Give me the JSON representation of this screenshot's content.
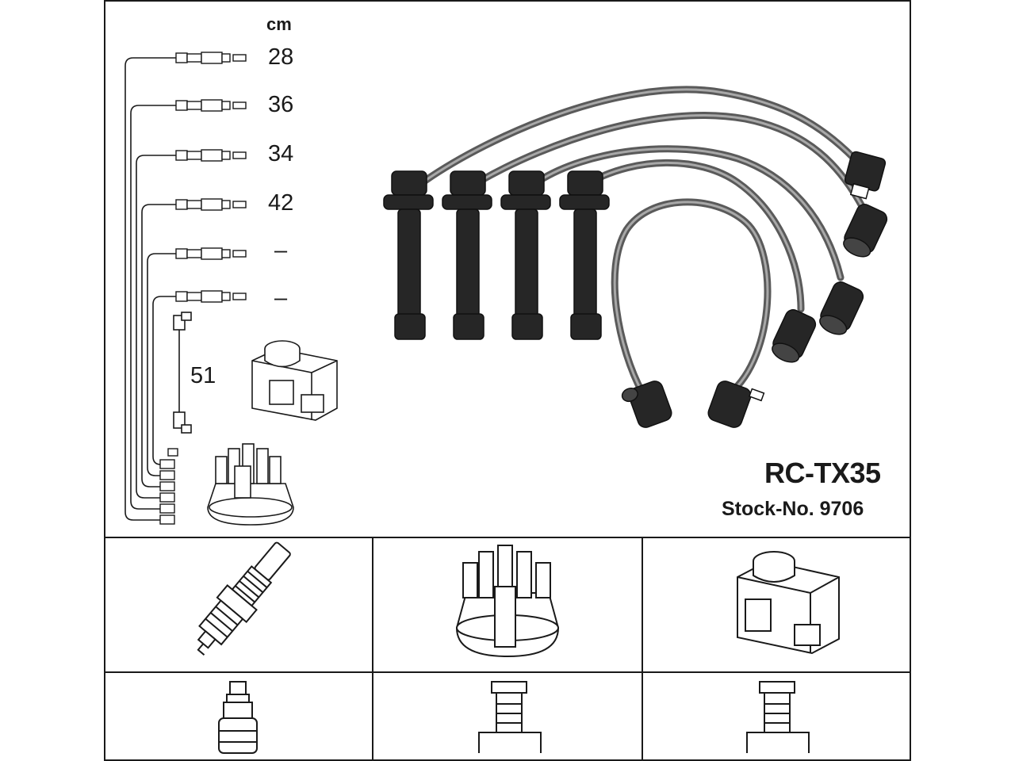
{
  "header": {
    "unit": "cm",
    "model": "RC-TX35",
    "stock_number": "Stock-No. 9706"
  },
  "lead_lengths": [
    "28",
    "36",
    "34",
    "42",
    "–",
    "–"
  ],
  "coil_lead_length": "51",
  "components": {
    "top_row": [
      "spark-plug-icon",
      "distributor-cap-icon",
      "ignition-coil-icon"
    ],
    "bottom_row": [
      "plug-terminal-icon",
      "cap-terminal-icon",
      "coil-terminal-icon"
    ]
  },
  "colors": {
    "line": "#1a1a1a",
    "cable": "#8a8a8a",
    "boot": "#262626",
    "background": "#ffffff"
  }
}
